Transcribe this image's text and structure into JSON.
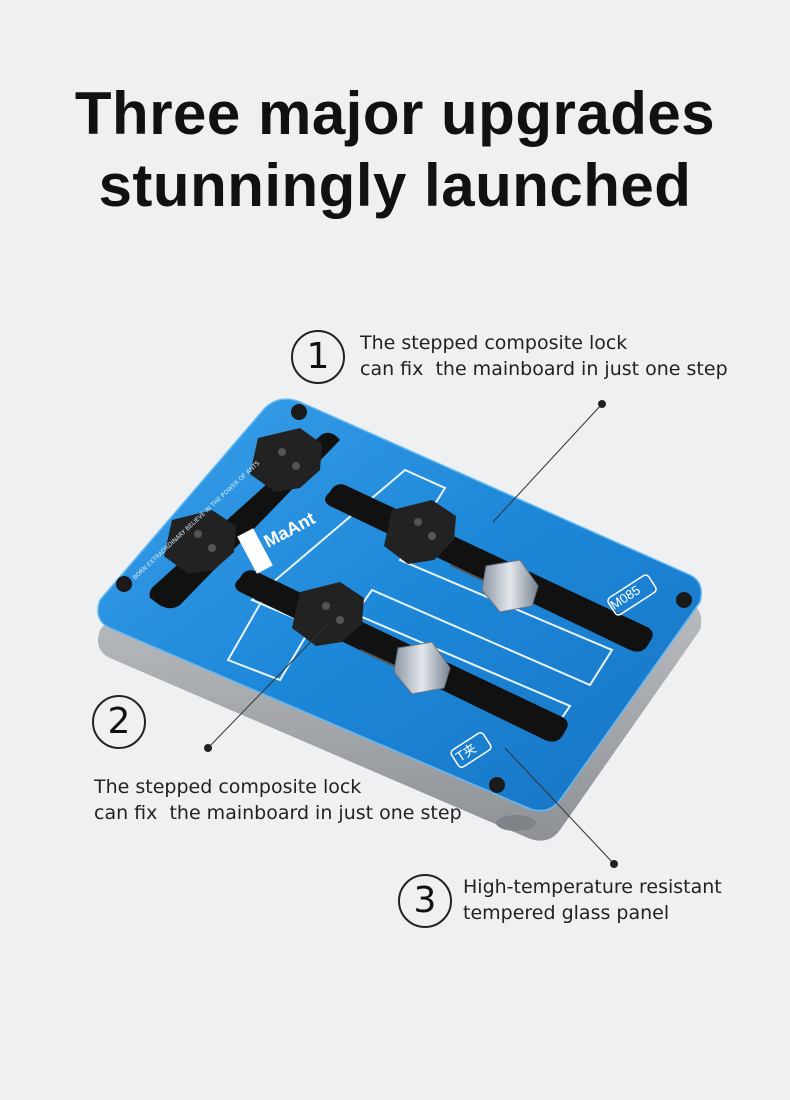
{
  "headline": {
    "line1": "Three major upgrades",
    "line2": "stunningly launched"
  },
  "product": {
    "brand_logo": "MaAnt",
    "model_label": "M085",
    "type_label": "T夹",
    "slogan_text": "BORN EXTRAORDINARY BELIEVE IN THE POWER OF ANTS",
    "plate_color": "#1d87d8",
    "frame_color": "#b9bcc0"
  },
  "callouts": [
    {
      "number": "1",
      "line1": "The stepped composite lock",
      "line2": "can fix  the mainboard in just one step"
    },
    {
      "number": "2",
      "line1": "The stepped composite lock",
      "line2": "can fix  the mainboard in just one step"
    },
    {
      "number": "3",
      "line1": "High-temperature resistant",
      "line2": "tempered glass panel"
    }
  ]
}
